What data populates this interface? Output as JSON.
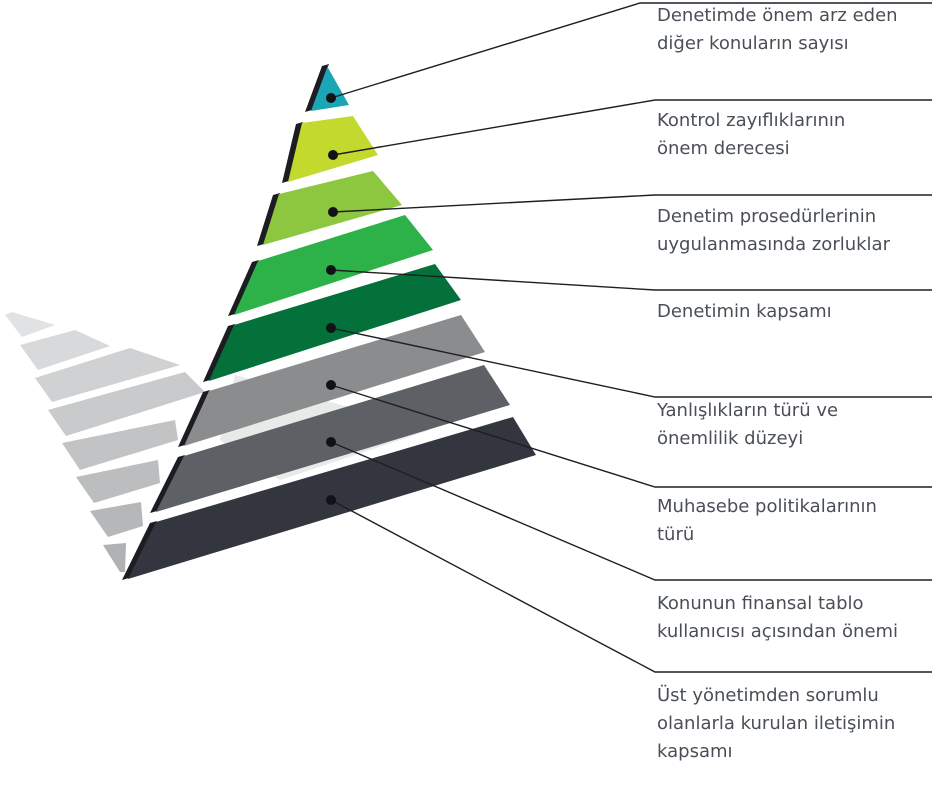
{
  "levels": [
    {
      "label": "Denetimde önem arz eden\ndiğer konuların sayısı",
      "color": "#1aa6b7"
    },
    {
      "label": "Kontrol zayıflıklarının\nönem derecesi",
      "color": "#c4d92e"
    },
    {
      "label": "Denetim prosedürlerinin\nuygulanmasında zorluklar",
      "color": "#8dc63f"
    },
    {
      "label": "Denetimin kapsamı",
      "color": "#2db24a"
    },
    {
      "label": "Yanlışlıkların türü ve\nönemlilik düzeyi",
      "color": "#04703a"
    },
    {
      "label": "Muhasebe politikalarının\ntürü",
      "color": "#8a8c8e"
    },
    {
      "label": "Konunun finansal tablo\nkullanıcısı açısından önemi",
      "color": "#5d6166"
    },
    {
      "label": "Üst yönetimden sorumlu\nolanlarla kurulan iletişimin\nkapsamı",
      "color": "#33353f"
    }
  ]
}
